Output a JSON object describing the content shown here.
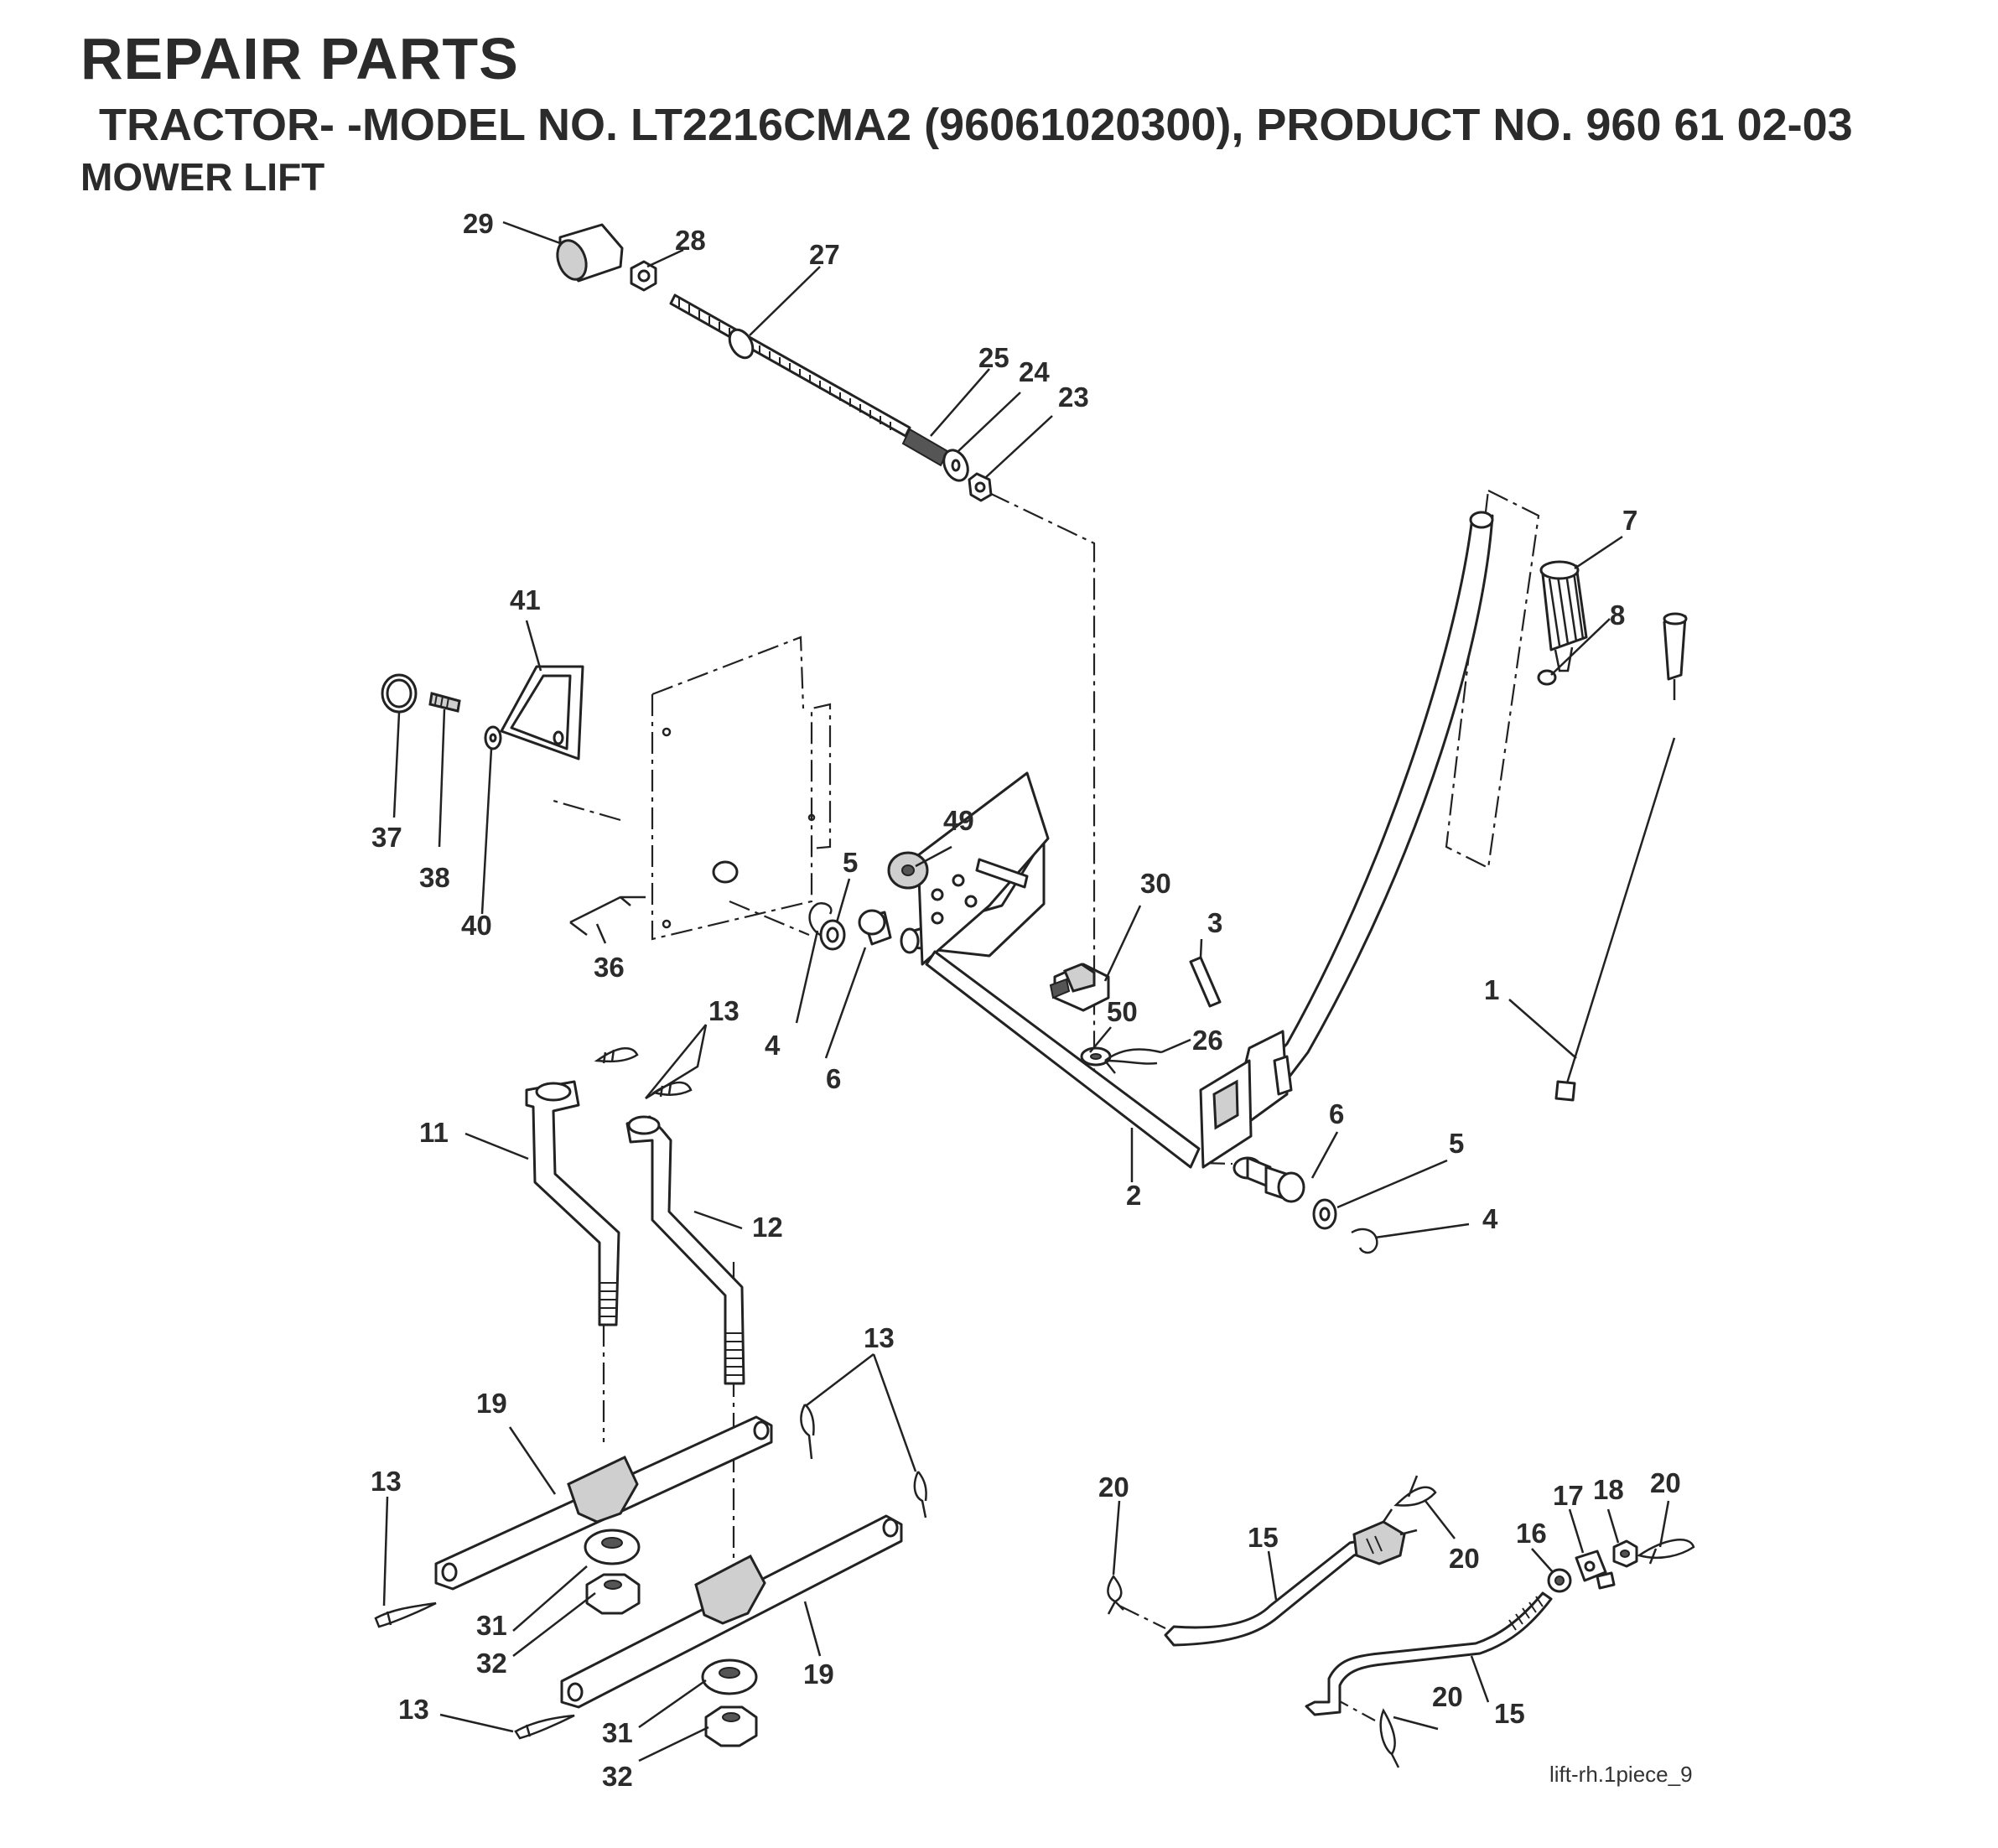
{
  "header": {
    "title": "REPAIR PARTS",
    "subtitle": "TRACTOR- -MODEL NO. LT2216CMA2 (96061020300), PRODUCT NO. 960 61 02-03",
    "section": "MOWER LIFT"
  },
  "caption": "lift-rh.1piece_9",
  "callouts": [
    "29",
    "28",
    "27",
    "25",
    "24",
    "23",
    "7",
    "8",
    "41",
    "37",
    "38",
    "40",
    "49",
    "5",
    "30",
    "3",
    "4",
    "6",
    "50",
    "26",
    "36",
    "13",
    "1",
    "11",
    "12",
    "2",
    "6",
    "5",
    "4",
    "13",
    "19",
    "13",
    "20",
    "15",
    "20",
    "17",
    "18",
    "20",
    "16",
    "31",
    "32",
    "19",
    "13",
    "31",
    "32",
    "20",
    "15"
  ]
}
